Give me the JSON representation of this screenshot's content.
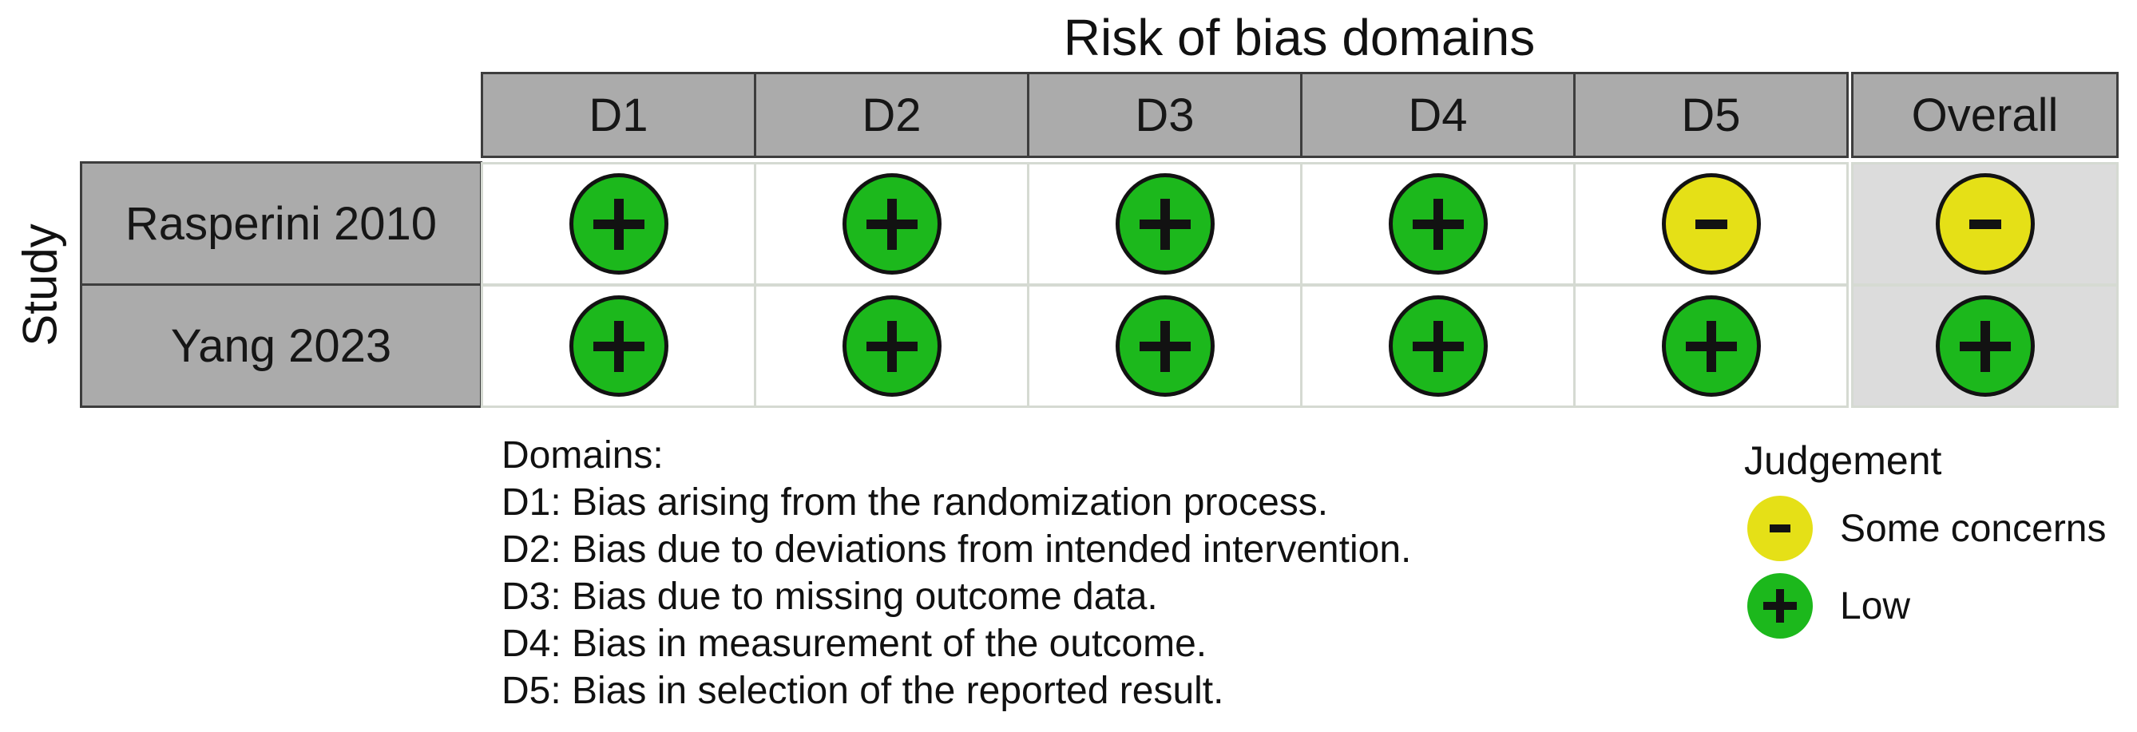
{
  "chart_data": {
    "type": "table",
    "title": "Risk of bias domains",
    "row_axis_label": "Study",
    "columns": [
      "D1",
      "D2",
      "D3",
      "D4",
      "D5",
      "Overall"
    ],
    "rows": [
      {
        "study": "Rasperini 2010",
        "judgements": [
          "low",
          "low",
          "low",
          "low",
          "some_concerns",
          "some_concerns"
        ]
      },
      {
        "study": "Yang 2023",
        "judgements": [
          "low",
          "low",
          "low",
          "low",
          "low",
          "low"
        ]
      }
    ],
    "judgement_key": {
      "low": {
        "label": "Low",
        "symbol": "+",
        "color": "#1cb81c"
      },
      "some_concerns": {
        "label": "Some concerns",
        "symbol": "-",
        "color": "#e5e017"
      }
    },
    "legend": {
      "title": "Judgement",
      "order": [
        "some_concerns",
        "low"
      ]
    }
  },
  "footnote": {
    "heading": "Domains:",
    "lines": [
      "D1: Bias arising from the randomization process.",
      "D2: Bias due to deviations from intended intervention.",
      "D3: Bias due to missing outcome data.",
      "D4: Bias in measurement of the outcome.",
      "D5: Bias in selection of the reported result."
    ]
  },
  "colors": {
    "header_fill": "#ababab",
    "header_border": "#3d3d3d",
    "overall_cell_fill": "#dcdcdc",
    "grid_line": "#d5dad2",
    "ink": "#121212"
  }
}
